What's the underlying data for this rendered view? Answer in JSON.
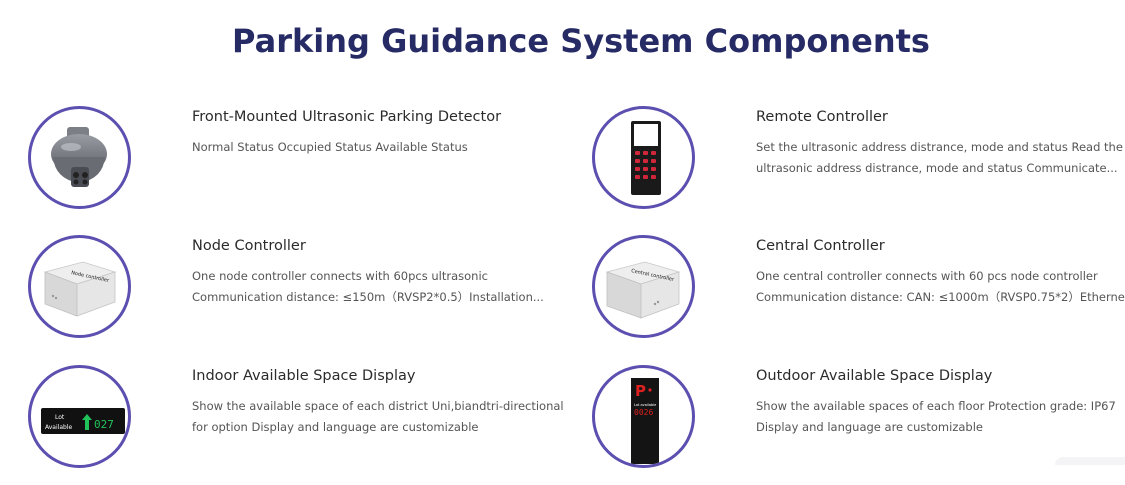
{
  "page": {
    "title": "Parking Guidance System Components"
  },
  "components": [
    {
      "title": "Front-Mounted Ultrasonic Parking Detector",
      "desc_lines": [
        "Normal Status Occupied Status Available Status"
      ],
      "icon": "ultrasonic-detector-icon"
    },
    {
      "title": "Remote Controller",
      "desc_lines": [
        "Set the ultrasonic address distrance, mode and status Read the",
        "ultrasonic address distrance, mode and status Communicate..."
      ],
      "icon": "remote-controller-icon"
    },
    {
      "title": "Node Controller",
      "desc_lines": [
        "One node controller connects with 60pcs ultrasonic",
        "Communication distance: ≤150m（RVSP2*0.5）Installation..."
      ],
      "icon": "node-controller-icon",
      "device_label": "Node controller"
    },
    {
      "title": "Central Controller",
      "desc_lines": [
        "One central controller connects with 60 pcs node controller",
        "Communication distance: CAN: ≤1000m（RVSP0.75*2）Etherne"
      ],
      "icon": "central-controller-icon",
      "device_label": "Central controller"
    },
    {
      "title": "Indoor Available Space Display",
      "desc_lines": [
        "Show the available space of each district Uni,biandtri-directional",
        "for option Display and language are customizable"
      ],
      "icon": "indoor-display-icon",
      "display_text": [
        "Lot",
        "Available",
        "027"
      ]
    },
    {
      "title": "Outdoor Available Space Display",
      "desc_lines": [
        "Show the available spaces of each floor Protection grade: IP67",
        "Display and language are customizable"
      ],
      "icon": "outdoor-display-icon",
      "display_text": [
        "P",
        "Lot available",
        "0026"
      ]
    }
  ],
  "colors": {
    "title": "#262b66",
    "ring": "#5b4fb0",
    "text": "#555555",
    "arrow_green": "#22c25a",
    "led_red": "#e02020"
  }
}
